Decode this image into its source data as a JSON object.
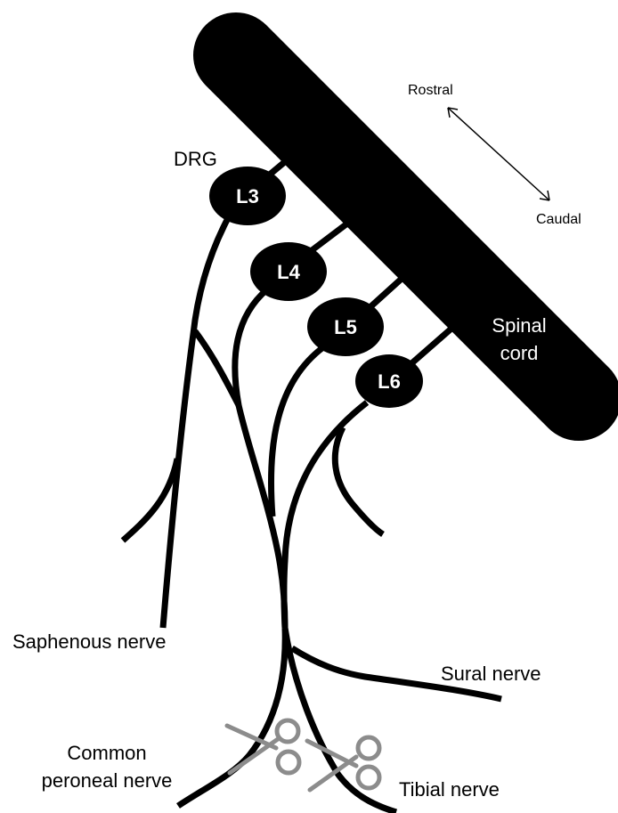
{
  "labels": {
    "rostral": "Rostral",
    "caudal": "Caudal",
    "drg": "DRG",
    "spinal_cord_line1": "Spinal",
    "spinal_cord_line2": "cord",
    "saphenous": "Saphenous nerve",
    "sural": "Sural nerve",
    "common_peroneal_line1": "Common",
    "common_peroneal_line2": "peroneal nerve",
    "tibial": "Tibial nerve"
  },
  "ganglia": [
    "L3",
    "L4",
    "L5",
    "L6"
  ],
  "colors": {
    "structure": "#000000",
    "ligature": "#8c8c8c",
    "background": "#ffffff"
  },
  "icons": [
    "scissors-icon",
    "scissors-icon",
    "double-arrow-icon"
  ]
}
